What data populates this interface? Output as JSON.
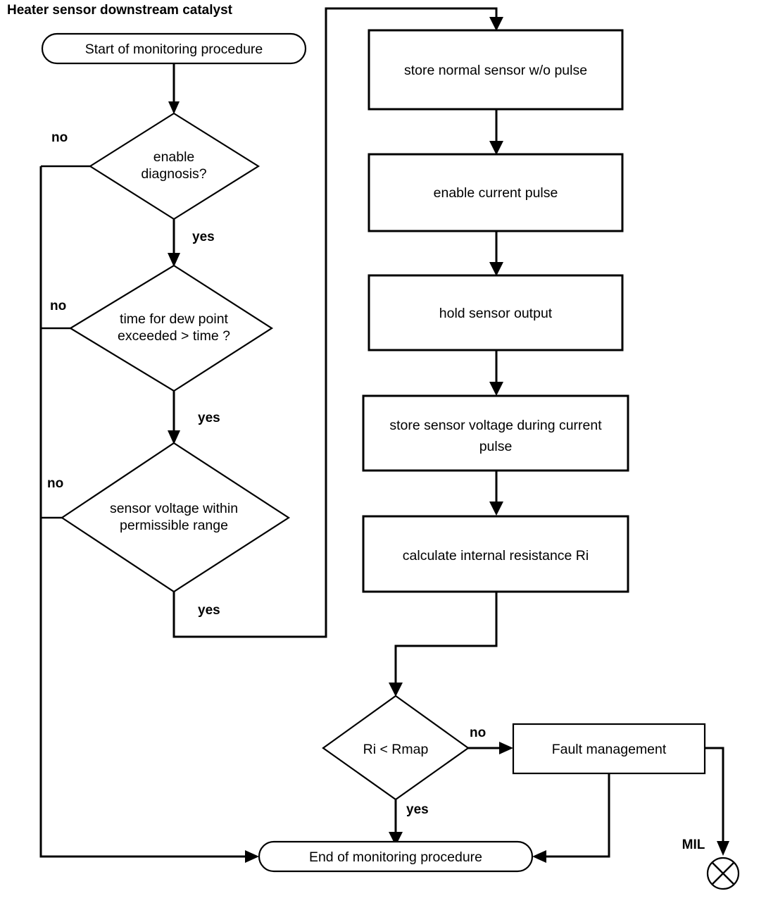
{
  "diagram": {
    "title": "Heater sensor downstream catalyst",
    "type": "flowchart",
    "nodes": {
      "start": {
        "kind": "terminator",
        "label": "Start of monitoring procedure"
      },
      "d_enable": {
        "kind": "decision",
        "label_line1": "enable",
        "label_line2": "diagnosis?"
      },
      "d_dewpoint": {
        "kind": "decision",
        "label_line1": "time for dew point",
        "label_line2": "exceeded > time ?"
      },
      "d_voltage": {
        "kind": "decision",
        "label_line1": "sensor voltage within",
        "label_line2": "permissible range"
      },
      "p_store_normal": {
        "kind": "process",
        "label": "store normal sensor w/o pulse"
      },
      "p_enable_pulse": {
        "kind": "process",
        "label": "enable current pulse"
      },
      "p_hold_output": {
        "kind": "process",
        "label": "hold sensor output"
      },
      "p_store_voltage": {
        "kind": "process",
        "label_line1": "store sensor voltage during current",
        "label_line2": "pulse"
      },
      "p_calc_ri": {
        "kind": "process",
        "label": "calculate internal resistance Ri"
      },
      "d_ri_rmap": {
        "kind": "decision",
        "label": "Ri < Rmap"
      },
      "p_fault": {
        "kind": "process",
        "label": "Fault management"
      },
      "end": {
        "kind": "terminator",
        "label": "End of monitoring procedure"
      },
      "mil": {
        "kind": "indicator",
        "label": "MIL"
      }
    },
    "edge_labels": {
      "enable_no": "no",
      "enable_yes": "yes",
      "dewpoint_no": "no",
      "dewpoint_yes": "yes",
      "voltage_no": "no",
      "voltage_yes": "yes",
      "ri_no": "no",
      "ri_yes": "yes"
    },
    "colors": {
      "stroke": "#000000",
      "fill": "#ffffff",
      "text": "#000000"
    }
  }
}
